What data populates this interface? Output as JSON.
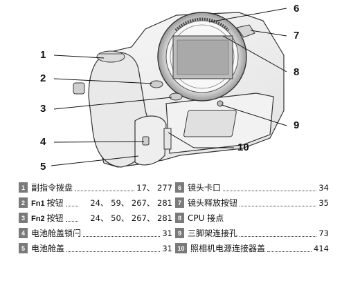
{
  "callouts": [
    "1",
    "2",
    "3",
    "4",
    "5",
    "6",
    "7",
    "8",
    "9",
    "10"
  ],
  "legend": {
    "left": [
      {
        "num": "1",
        "label": "副指令拨盘",
        "pages": "17、 277"
      },
      {
        "num": "2",
        "fn": "Fn1",
        "label": "按钮",
        "pages": "24、 59、 267、 281"
      },
      {
        "num": "3",
        "fn": "Fn2",
        "label": "按钮",
        "pages": "24、 50、 267、 281"
      },
      {
        "num": "4",
        "label": "电池舱盖锁闩",
        "pages": "31"
      },
      {
        "num": "5",
        "label": "电池舱盖",
        "pages": "31"
      }
    ],
    "right": [
      {
        "num": "6",
        "label": "镜头卡口",
        "pages": "34"
      },
      {
        "num": "7",
        "label": "镜头释放按钮",
        "pages": "35"
      },
      {
        "num": "8",
        "label": "CPU 接点",
        "pages": ""
      },
      {
        "num": "9",
        "label": "三脚架连接孔",
        "pages": "73"
      },
      {
        "num": "10",
        "label": "照相机电源连接器盖",
        "pages": "414"
      }
    ]
  }
}
